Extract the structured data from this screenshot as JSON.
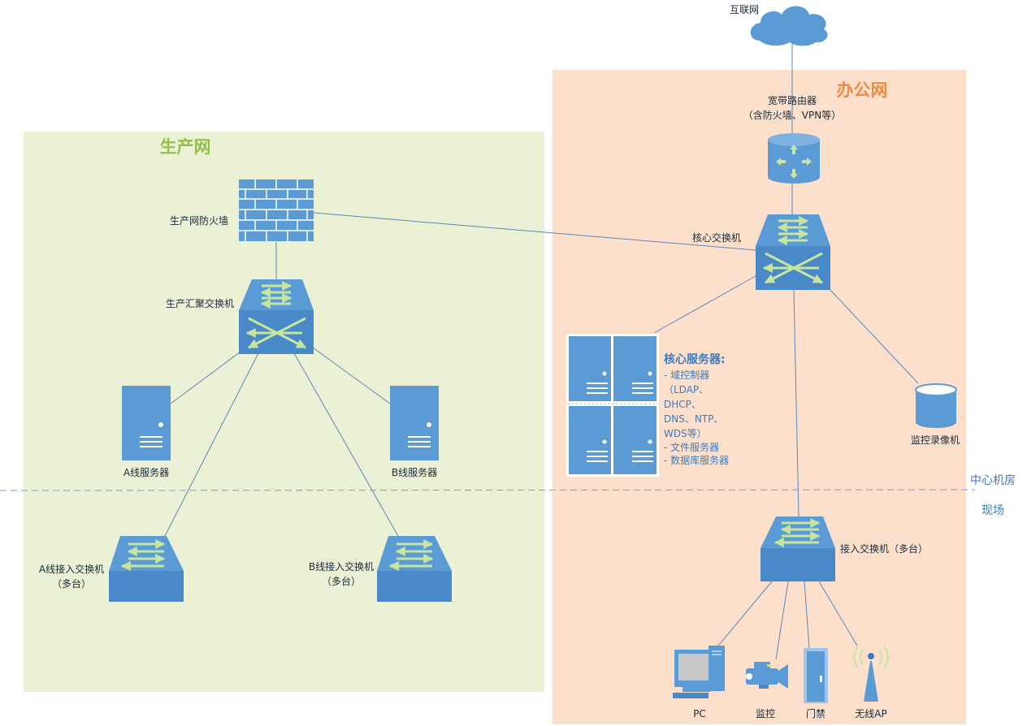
{
  "colors": {
    "production_zone": "#ebf1d4",
    "office_zone": "#fde0cc",
    "device_blue": "#5b9bd5",
    "arrow_green": "#c6e6a0",
    "link": "#5b87b8",
    "production_title": "#92c04a",
    "office_title": "#f08a40"
  },
  "zones": {
    "production": "生产网",
    "office": "办公网"
  },
  "labels": {
    "internet": "互联网",
    "router_line1": "宽带路由器",
    "router_line2": "（含防火墙、VPN等）",
    "core_switch": "核心交换机",
    "firewall": "生产网防火墙",
    "agg_switch": "生产汇聚交换机",
    "server_a": "A线服务器",
    "server_b": "B线服务器",
    "access_a_line1": "A线接入交换机",
    "access_a_line2": "（多台）",
    "access_b_line1": "B线接入交换机",
    "access_b_line2": "（多台）",
    "nvr": "监控录像机",
    "office_access": "接入交换机（多台）",
    "pc": "PC",
    "camera": "监控",
    "door": "门禁",
    "wifi_ap": "无线AP",
    "datacenter": "中心机房",
    "onsite": "现场"
  },
  "core_servers": {
    "title": "核心服务器:",
    "lines": [
      "- 域控制器",
      "（LDAP、",
      "DHCP、",
      "DNS、NTP、",
      "WDS等）",
      "- 文件服务器",
      "- 数据库服务器"
    ]
  },
  "icons": [
    "cloud-icon",
    "router-icon",
    "core-switch-icon",
    "firewall-icon",
    "aggregation-switch-icon",
    "server-icon",
    "access-switch-icon",
    "rack-servers-icon",
    "database-icon",
    "pc-icon",
    "camera-icon",
    "door-icon",
    "wifi-ap-icon"
  ]
}
